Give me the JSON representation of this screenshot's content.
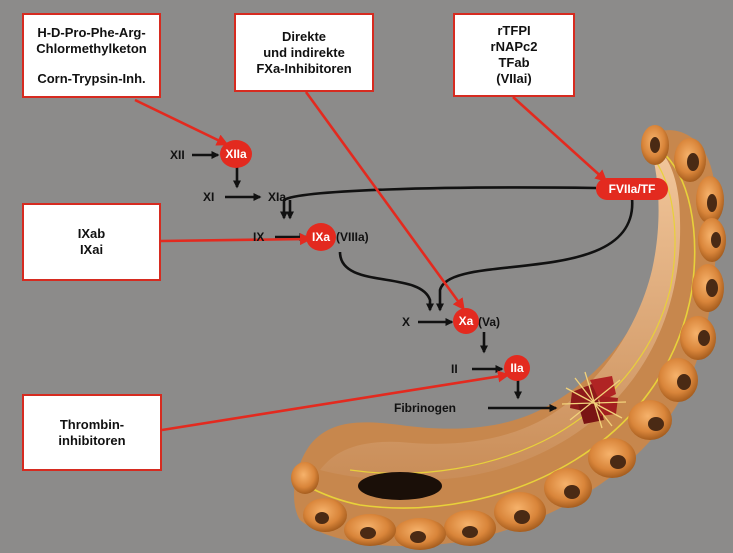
{
  "colors": {
    "background": "#8c8b8a",
    "accent_red": "#e32a1f",
    "box_border": "#d62b20",
    "arrow": "#111111"
  },
  "boxes": {
    "box1": {
      "line1": "H-D-Pro-Phe-Arg-",
      "line2": "Chlormethylketon",
      "line3": "Corn-Trypsin-Inh."
    },
    "box2": {
      "line1": "Direkte",
      "line2": "und indirekte",
      "line3": "FXa-Inhibitoren"
    },
    "box3": {
      "line1": "rTFPI",
      "line2": "rNAPc2",
      "line3": "TFab",
      "line4": "(VIIai)"
    },
    "box4": {
      "line1": "IXab",
      "line2": "IXai"
    },
    "box5": {
      "line1": "Thrombin-",
      "line2": "inhibitoren"
    }
  },
  "nodes": {
    "xiia": "XIIa",
    "ixa": "IXa",
    "xa": "Xa",
    "iia": "IIa",
    "fviia_tf": "FVIIa/TF"
  },
  "labels": {
    "xii": "XII",
    "xi": "XI",
    "xia": "XIa",
    "ix": "IX",
    "viiia": "(VIIIa)",
    "x": "X",
    "va": "(Va)",
    "ii": "II",
    "fibrinogen": "Fibrinogen"
  },
  "icons": [
    "blood-vessel-illustration",
    "fibrin-clot-icon"
  ]
}
